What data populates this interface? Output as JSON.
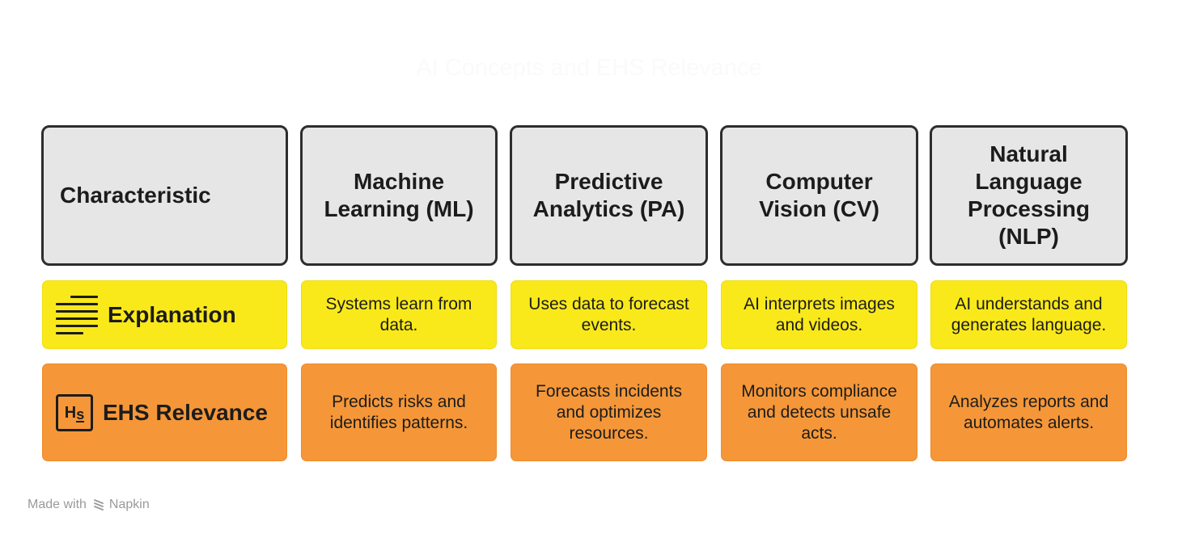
{
  "title": "AI Concepts and EHS Relevance",
  "header_row": {
    "characteristic": "Characteristic",
    "columns": [
      "Machine Learning (ML)",
      "Predictive Analytics (PA)",
      "Computer Vision (CV)",
      "Natural Language Processing (NLP)"
    ]
  },
  "explanation_row": {
    "label": "Explanation",
    "icon": "text-lines-icon",
    "cells": [
      "Systems learn from data.",
      "Uses data to forecast events.",
      "AI interprets images and videos.",
      "AI understands and generates language."
    ]
  },
  "relevance_row": {
    "label": "EHS Relevance",
    "icon": "hs-logo-icon",
    "icon_text_h": "H",
    "icon_text_s": "s",
    "cells": [
      "Predicts risks and identifies patterns.",
      "Forecasts incidents and optimizes resources.",
      "Monitors compliance and detects unsafe acts.",
      "Analyzes reports and automates alerts."
    ]
  },
  "footer": {
    "made_with": "Made with",
    "brand": "Napkin"
  },
  "colors": {
    "header_fill": "#e6e6e6",
    "header_border": "#2d2d2d",
    "explanation_fill": "#f9e91a",
    "relevance_fill": "#f59738"
  }
}
